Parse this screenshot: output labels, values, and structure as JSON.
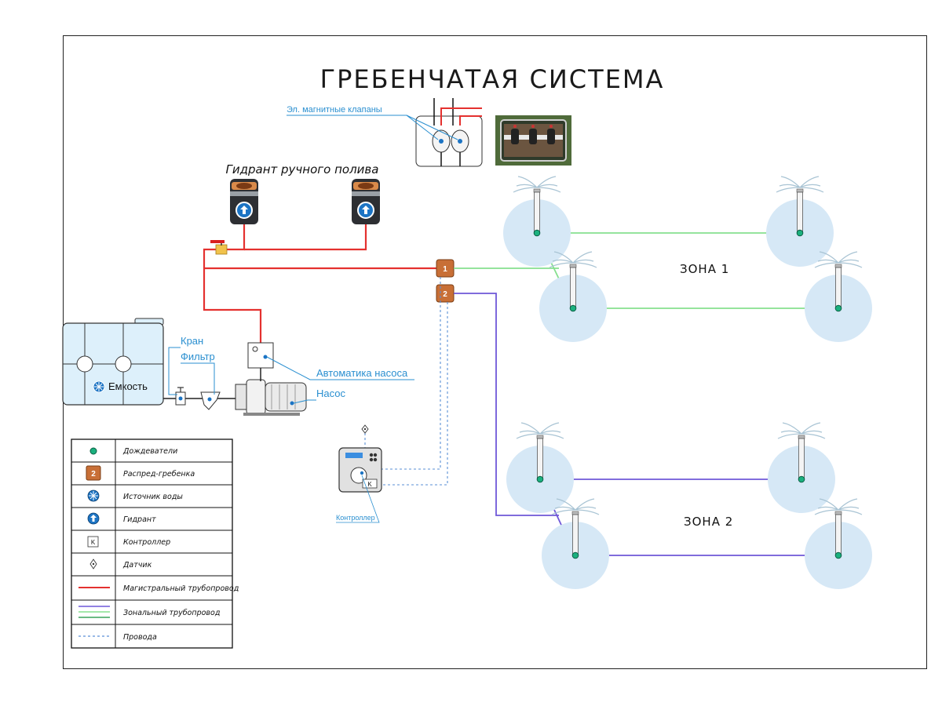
{
  "title": "ГРЕБЕНЧАТАЯ СИСТЕМА",
  "labels": {
    "solenoid_valves": "Эл. магнитные клапаны",
    "hydrant": "Гидрант ручного полива",
    "tap": "Кран",
    "filter": "Фильтр",
    "pump_automation": "Автоматика насоса",
    "pump": "Насос",
    "tank": "Емкость",
    "controller": "Контроллер",
    "zone1": "ЗОНА 1",
    "zone2": "ЗОНА 2",
    "manifold1": "1",
    "manifold2": "2",
    "controller_key": "K"
  },
  "legend": [
    {
      "icon": "sprinkler",
      "label": "Дождеватели"
    },
    {
      "icon": "manifold",
      "label": "Распред-гребенка",
      "badge": "2"
    },
    {
      "icon": "water-source",
      "label": "Источник воды"
    },
    {
      "icon": "hydrant",
      "label": "Гидрант"
    },
    {
      "icon": "controller",
      "label": "Контроллер",
      "badge": "K"
    },
    {
      "icon": "sensor",
      "label": "Датчик"
    },
    {
      "icon": "main-pipe",
      "label": "Магистральный трубопровод"
    },
    {
      "icon": "zone-pipe",
      "label": "Зональный трубопровод"
    },
    {
      "icon": "wires",
      "label": "Провода"
    }
  ],
  "colors": {
    "main_pipe": "#e4312f",
    "zone1_pipe": "#86e08f",
    "zone2_pipe": "#6f58d8",
    "wires": "#5a8fd6",
    "sprinkler_area": "#d6e8f6",
    "sprinkler_head": "#1bb07e",
    "manifold": "#c86f36",
    "tank_fill": "#ddf0fb",
    "blue_text": "#2a8fd0"
  }
}
